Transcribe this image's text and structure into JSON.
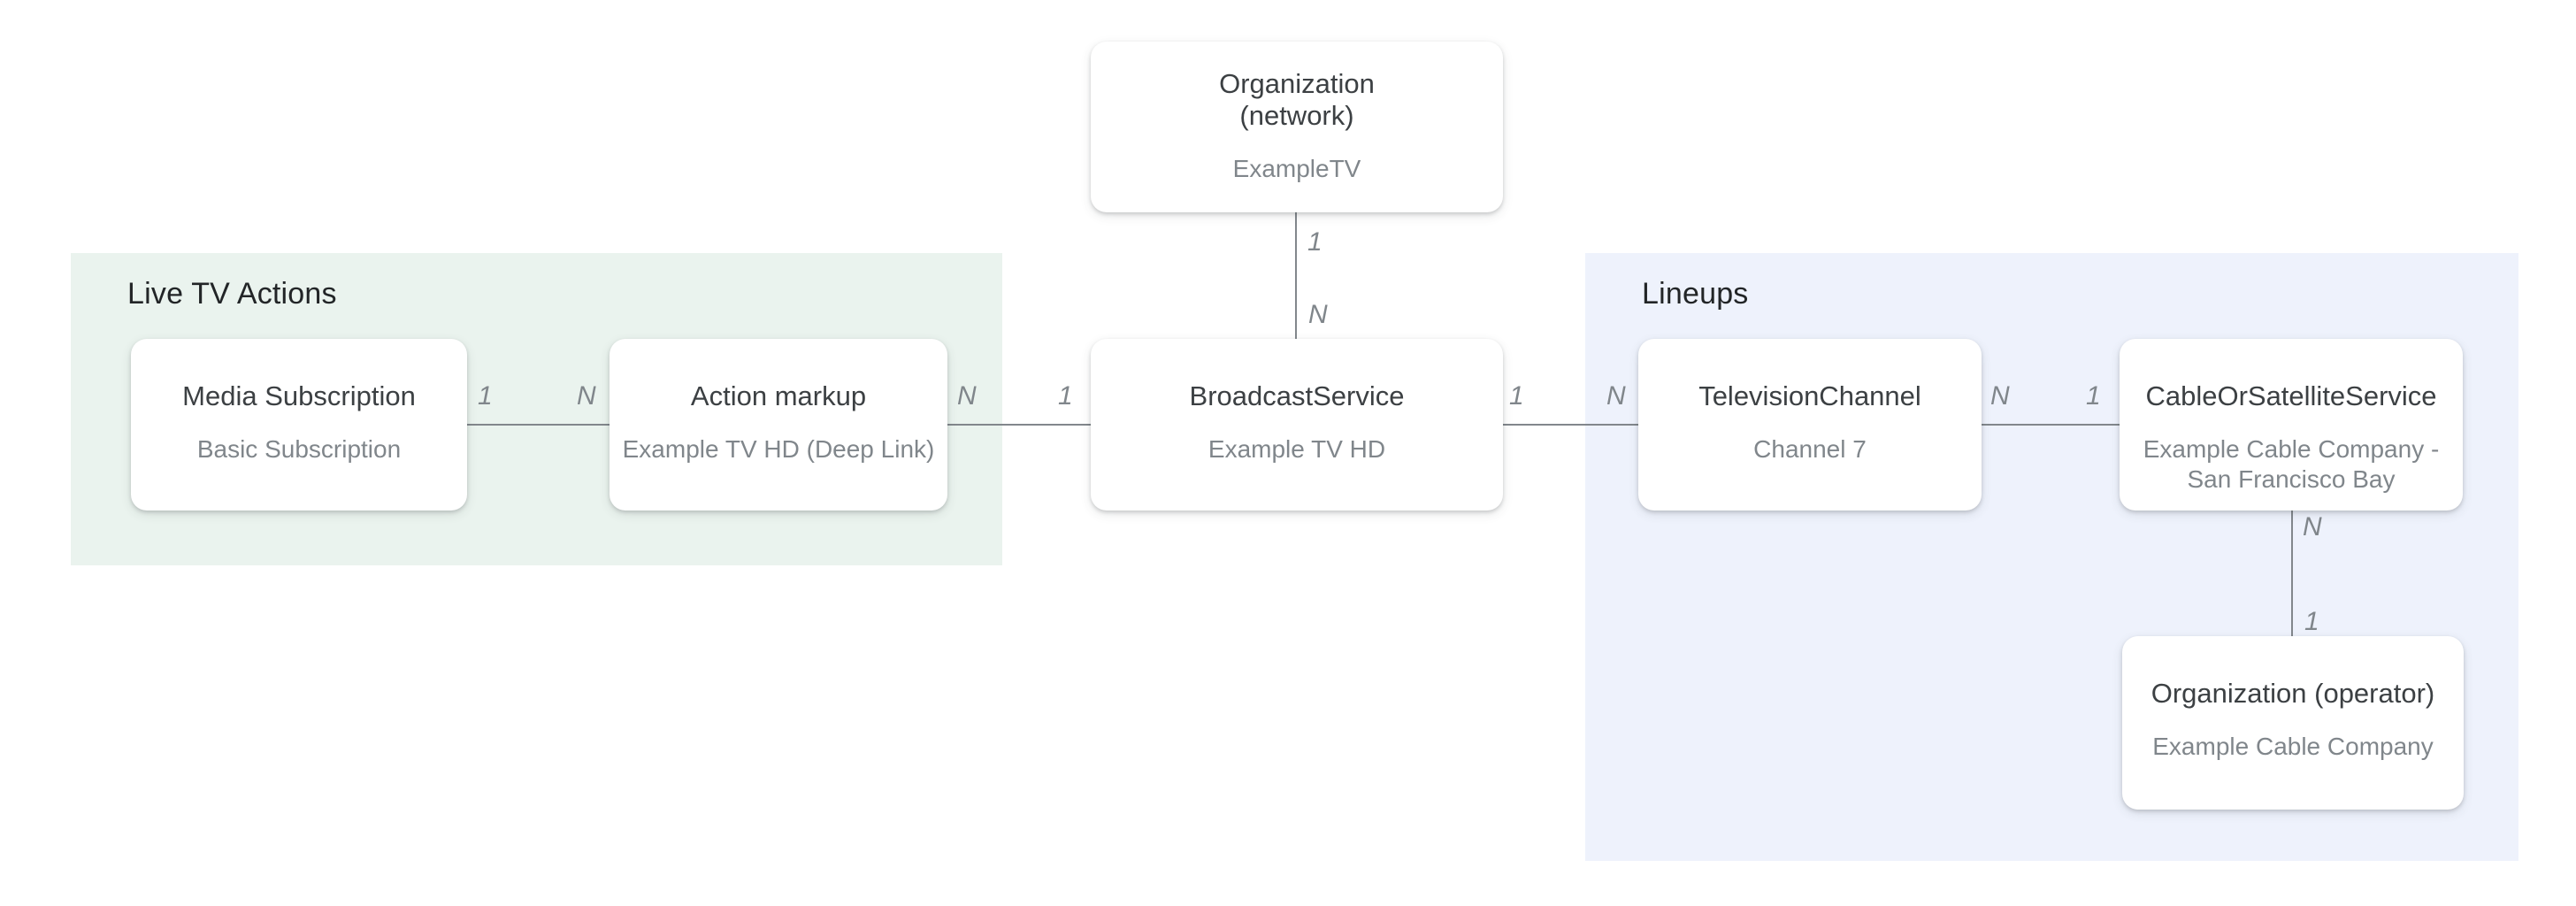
{
  "page": {
    "background_color": "#ffffff"
  },
  "regions": {
    "live_tv_actions": {
      "label": "Live TV Actions",
      "background_color": "#eaf3ee"
    },
    "lineups": {
      "label": "Lineups",
      "background_color": "#eef2fc"
    }
  },
  "nodes": {
    "organization_network": {
      "title": "Organization\n(network)",
      "subtitle": "ExampleTV"
    },
    "media_subscription": {
      "title": "Media Subscription",
      "subtitle": "Basic Subscription"
    },
    "action_markup": {
      "title": "Action markup",
      "subtitle": "Example TV HD (Deep Link)"
    },
    "broadcast_service": {
      "title": "BroadcastService",
      "subtitle": "Example TV HD"
    },
    "television_channel": {
      "title": "TelevisionChannel",
      "subtitle": "Channel 7"
    },
    "cable_or_satellite_service": {
      "title": "CableOrSatelliteService",
      "subtitle": "Example Cable Company -\nSan Francisco Bay"
    },
    "organization_operator": {
      "title": "Organization (operator)",
      "subtitle": "Example Cable Company"
    }
  },
  "edges": {
    "network_to_broadcast": {
      "source_cardinality": "1",
      "target_cardinality": "N"
    },
    "media_to_action": {
      "source_cardinality": "1",
      "target_cardinality": "N"
    },
    "action_to_broadcast": {
      "source_cardinality": "N",
      "target_cardinality": "1"
    },
    "broadcast_to_tv": {
      "source_cardinality": "1",
      "target_cardinality": "N"
    },
    "tv_to_cable": {
      "source_cardinality": "N",
      "target_cardinality": "1"
    },
    "cable_to_operator": {
      "source_cardinality": "N",
      "target_cardinality": "1"
    }
  },
  "colors": {
    "node_title": "#3c4043",
    "node_subtitle": "#80868b",
    "edge_line": "#82878c",
    "edge_label": "#80868b",
    "region_title": "#222527"
  }
}
